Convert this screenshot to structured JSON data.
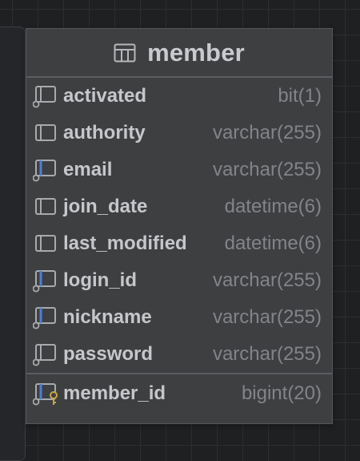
{
  "table": {
    "name": "member",
    "columns": [
      {
        "name": "activated",
        "type": "bit(1)",
        "icon": "nullable-column-icon"
      },
      {
        "name": "authority",
        "type": "varchar(255)",
        "icon": "column-icon"
      },
      {
        "name": "email",
        "type": "varchar(255)",
        "icon": "indexed-nullable-column-icon"
      },
      {
        "name": "join_date",
        "type": "datetime(6)",
        "icon": "column-icon"
      },
      {
        "name": "last_modified",
        "type": "datetime(6)",
        "icon": "column-icon"
      },
      {
        "name": "login_id",
        "type": "varchar(255)",
        "icon": "indexed-nullable-column-icon"
      },
      {
        "name": "nickname",
        "type": "varchar(255)",
        "icon": "indexed-nullable-column-icon"
      },
      {
        "name": "password",
        "type": "varchar(255)",
        "icon": "nullable-column-icon"
      }
    ],
    "primary_key": {
      "name": "member_id",
      "type": "bigint(20)",
      "icon": "primary-key-column-icon"
    }
  },
  "colors": {
    "background": "#1f2022",
    "card": "#3e3f41",
    "column_name": "#c5c7ca",
    "column_type": "#818489",
    "index_accent": "#4c7fd6",
    "key_accent": "#c7a843"
  }
}
